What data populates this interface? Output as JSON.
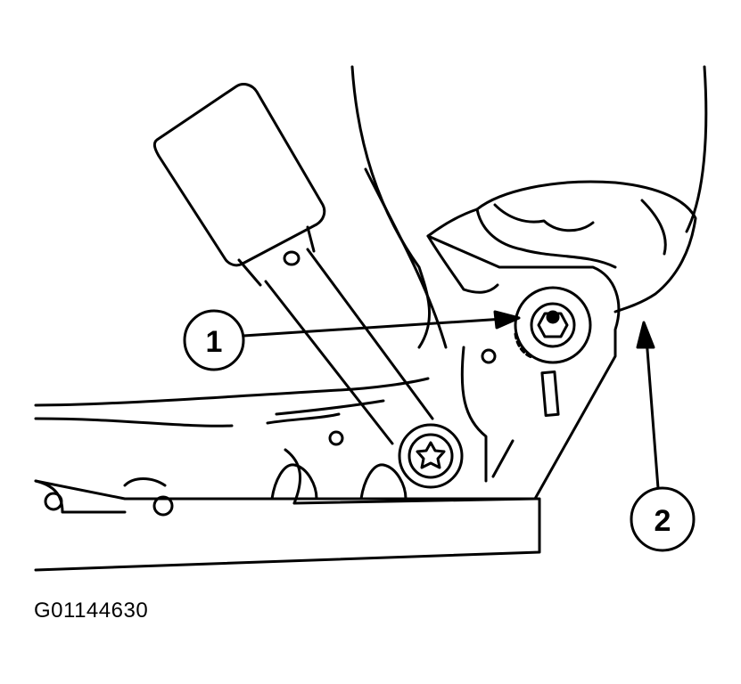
{
  "figure_id": "G01144630",
  "callouts": [
    {
      "label": "1",
      "target": "pivot-bolt-nut"
    },
    {
      "label": "2",
      "target": "seat-cushion-edge"
    }
  ],
  "colors": {
    "line": "#000000",
    "background": "#ffffff"
  }
}
